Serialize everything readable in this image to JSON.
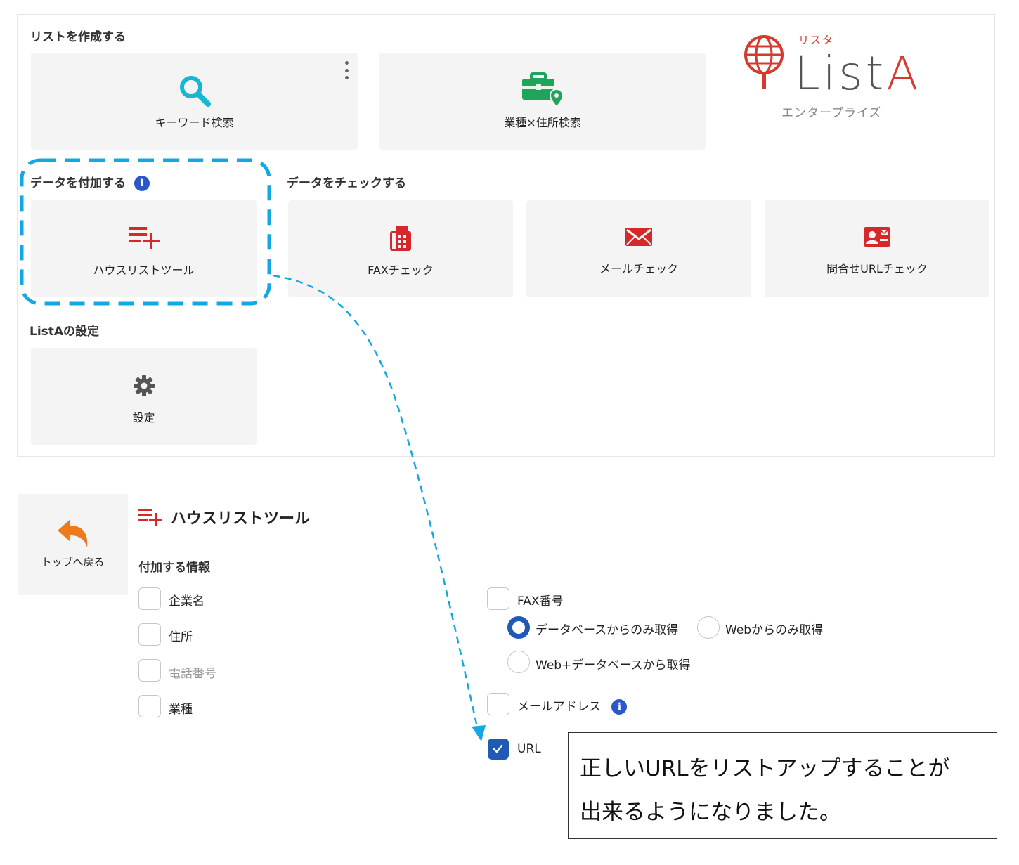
{
  "create_section": {
    "title": "リストを作成する",
    "cards": [
      {
        "label": "キーワード検索",
        "icon": "search-icon"
      },
      {
        "label": "業種×住所検索",
        "icon": "briefcase-location-icon"
      }
    ]
  },
  "logo": {
    "ruby": "リスタ",
    "name_main": "List",
    "name_accent": "A",
    "subtitle": "エンタープライズ"
  },
  "append_section": {
    "title": "データを付加する",
    "cards": [
      {
        "label": "ハウスリストツール",
        "icon": "list-add-icon"
      }
    ]
  },
  "check_section": {
    "title": "データをチェックする",
    "cards": [
      {
        "label": "FAXチェック",
        "icon": "fax-icon"
      },
      {
        "label": "メールチェック",
        "icon": "mail-icon"
      },
      {
        "label": "問合せURLチェック",
        "icon": "contact-card-icon"
      }
    ]
  },
  "settings_section": {
    "title": "ListAの設定",
    "cards": [
      {
        "label": "設定",
        "icon": "gear-icon"
      }
    ]
  },
  "tool_page": {
    "back_label": "トップへ戻る",
    "title": "ハウスリストツール",
    "subtitle": "付加する情報",
    "left_options": [
      {
        "label": "企業名",
        "checked": false,
        "disabled": false
      },
      {
        "label": "住所",
        "checked": false,
        "disabled": false
      },
      {
        "label": "電話番号",
        "checked": false,
        "disabled": true
      },
      {
        "label": "業種",
        "checked": false,
        "disabled": false
      }
    ],
    "fax": {
      "label": "FAX番号",
      "checked": false,
      "radios": [
        {
          "label": "データベースからのみ取得",
          "selected": true
        },
        {
          "label": "Webからのみ取得",
          "selected": false
        },
        {
          "label": "Web+データベースから取得",
          "selected": false
        }
      ]
    },
    "email": {
      "label": "メールアドレス",
      "checked": false
    },
    "url": {
      "label": "URL",
      "checked": true
    }
  },
  "callout": {
    "line1": "正しいURLをリストアップすることが",
    "line2": "出来るようになりました。"
  },
  "colors": {
    "accent_red": "#d62828",
    "highlight_blue": "#13a7e3",
    "check_blue": "#1f5bb5",
    "info_blue": "#2a58c9",
    "card_bg": "#f4f4f4"
  }
}
